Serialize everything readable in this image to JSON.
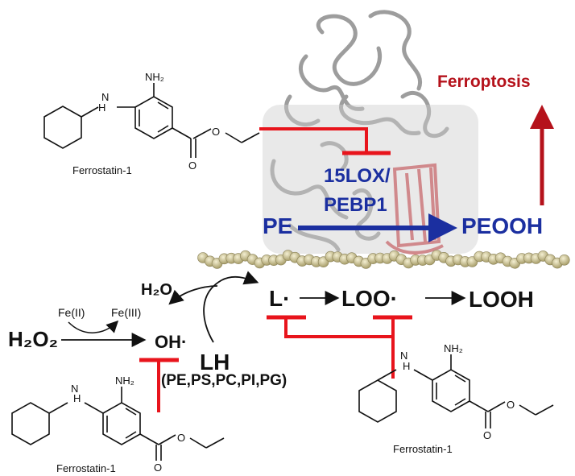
{
  "labels": {
    "ferroptosis": "Ferroptosis",
    "enzyme_line1": "15LOX/",
    "enzyme_line2": "PEBP1",
    "pe": "PE",
    "peooh": "PEOOH",
    "h2o": "H₂O",
    "fe2": "Fe(II)",
    "fe3": "Fe(III)",
    "h2o2": "H₂O₂",
    "oh": "OH·",
    "l_radical": "L·",
    "loo": "LOO·",
    "looh": "LOOH",
    "lh": "LH",
    "lipids": "(PE,PS,PC,PI,PG)",
    "ferrostatin_top": "Ferrostatin-1",
    "ferrostatin_bottom_left": "Ferrostatin-1",
    "ferrostatin_bottom_right": "Ferrostatin-1"
  },
  "atoms": {
    "nh2": "NH₂",
    "nh": "H",
    "n": "N",
    "o": "O"
  },
  "colors": {
    "inhibition": "#e8141c",
    "ferroptosis": "#b5121b",
    "enzyme_blue": "#1b2fa0",
    "membrane": "#d6cfa2",
    "protein": "#9a9a9a",
    "protein_red": "#c8262c"
  }
}
